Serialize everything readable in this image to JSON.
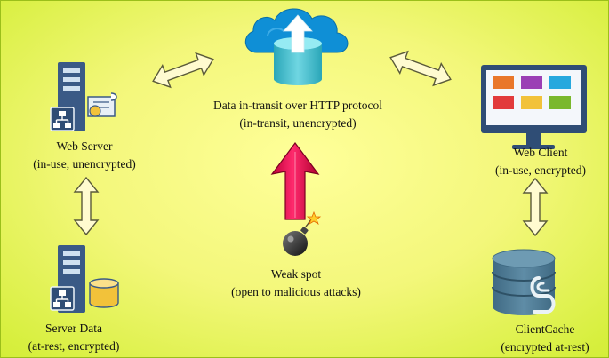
{
  "colors": {
    "background_center": "#ffff9a",
    "background_edge": "#c7e629",
    "arrow_fill": "#fffbd0",
    "attack_arrow": "#ff1a63",
    "server_body": "#3a5a86",
    "cloud": "#0f8fd6",
    "database_cylinder": "#4bbfcf"
  },
  "nodes": {
    "transit": {
      "line1": "Data in-transit over HTTP protocol",
      "line2": "(in-transit, unencrypted)",
      "icon": "cloud-upload-icon"
    },
    "web_server": {
      "line1": "Web Server",
      "line2": "(in-use, unencrypted)",
      "icon": "web-server-icon"
    },
    "web_client": {
      "line1": "Web Client",
      "line2": "(in-use, encrypted)",
      "icon": "monitor-icon"
    },
    "server_data": {
      "line1": "Server Data",
      "line2": "(at-rest, encrypted)",
      "icon": "database-server-icon"
    },
    "client_cache": {
      "line1": "ClientCache",
      "line2": "(encrypted at-rest)",
      "icon": "database-cache-icon"
    },
    "weak_spot": {
      "line1": "Weak spot",
      "line2": "(open to malicious attacks)",
      "icon": "bomb-icon"
    }
  },
  "connections": [
    {
      "from": "web_server",
      "to": "transit",
      "style": "double-arrow"
    },
    {
      "from": "transit",
      "to": "web_client",
      "style": "double-arrow"
    },
    {
      "from": "web_server",
      "to": "server_data",
      "style": "double-arrow"
    },
    {
      "from": "web_client",
      "to": "client_cache",
      "style": "double-arrow"
    },
    {
      "from": "weak_spot",
      "to": "transit",
      "style": "attack-arrow"
    }
  ]
}
